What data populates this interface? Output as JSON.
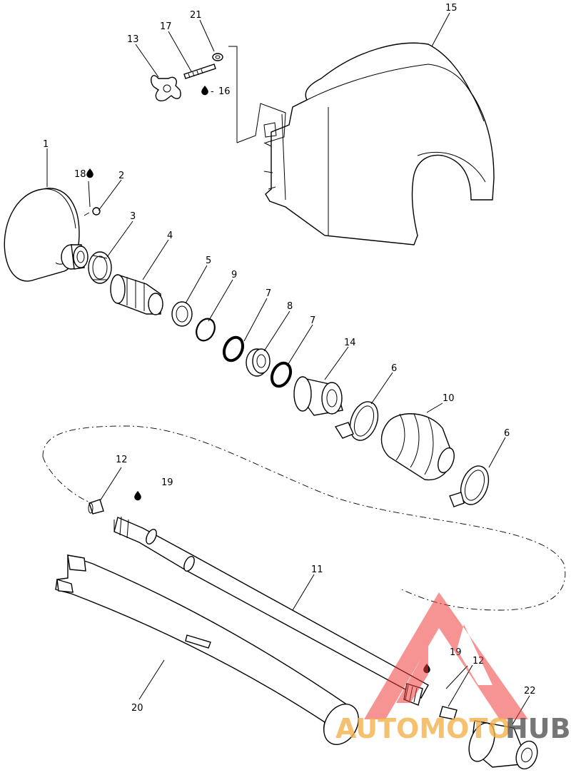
{
  "callouts": {
    "c1": "1",
    "c2": "2",
    "c3": "3",
    "c4": "4",
    "c5": "5",
    "c6a": "6",
    "c6b": "6",
    "c7a": "7",
    "c7b": "7",
    "c8": "8",
    "c9": "9",
    "c10": "10",
    "c11": "11",
    "c12a": "12",
    "c12b": "12",
    "c13": "13",
    "c14": "14",
    "c15": "15",
    "c16": "16",
    "c17": "17",
    "c18": "18",
    "c19a": "19",
    "c19b": "19",
    "c20": "20",
    "c21": "21",
    "c22": "22"
  },
  "watermark": {
    "brand_left": "AUTOMOTO",
    "brand_right": "HUB",
    "colors": {
      "triangle": "#ee3b3b",
      "auto": "#f4b24a",
      "hub": "#555555"
    }
  }
}
